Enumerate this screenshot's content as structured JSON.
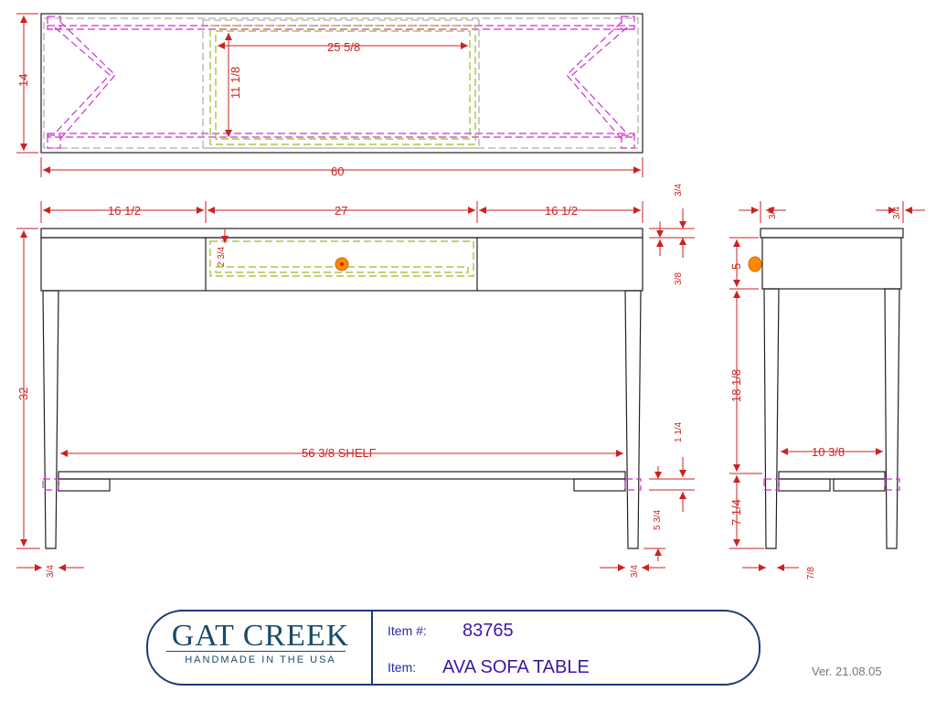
{
  "title_block": {
    "brand": "GAT CREEK",
    "tagline": "HANDMADE IN THE USA",
    "item_number_label": "Item #:",
    "item_number": "83765",
    "item_label": "Item:",
    "item_name": "AVA SOFA TABLE",
    "version": "Ver. 21.08.05"
  },
  "dimensions": {
    "top_depth": "14",
    "drawer_width_top": "25 5/8",
    "drawer_depth_top": "11 1/8",
    "overall_width": "60",
    "left_section": "16 1/2",
    "center_section": "27",
    "right_section": "16 1/2",
    "drawer_height": "2 3/4",
    "overall_height": "32",
    "shelf_length": "56 3/8 SHELF",
    "leg_inset_left": "3/4",
    "leg_inset_right": "3/4",
    "top_thickness": "3/4",
    "apron_gap": "3/8",
    "shelf_thickness": "1 1/4",
    "shelf_height": "5 3/4",
    "side_top_overhang_left": "3/4",
    "side_top_overhang_right": "3/4",
    "side_apron": "5",
    "side_leg_height": "18 1/8",
    "side_shelf_depth": "10 3/8",
    "side_lower": "7 1/4",
    "side_leg_width": "7/8"
  },
  "colors": {
    "dimension": "#cc2222",
    "hidden_magenta": "#cc33cc",
    "hidden_green": "#99bb22",
    "brand_blue": "#1a3a7a",
    "knob": "#ff8800"
  }
}
